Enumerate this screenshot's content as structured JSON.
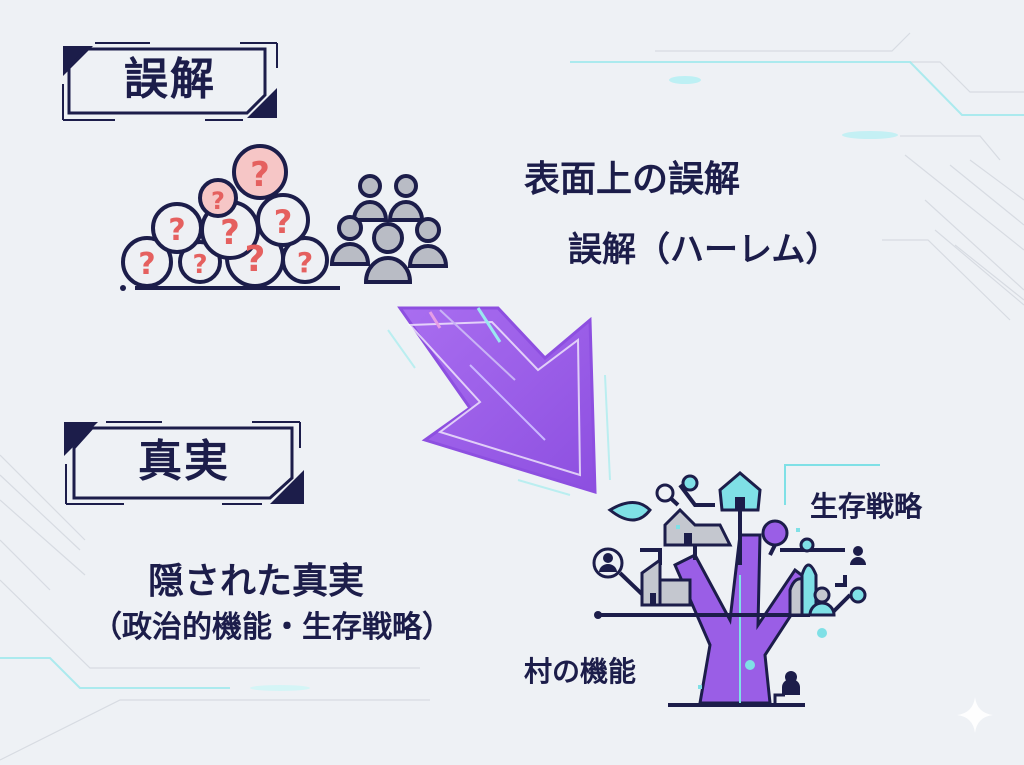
{
  "misconception": {
    "badge": "誤解",
    "heading": "表面上の誤解",
    "subheading": "誤解（ハーレム）"
  },
  "truth": {
    "badge": "真実",
    "heading": "隠された真実",
    "subheading": "（政治的機能・生存戦略）"
  },
  "tree": {
    "label_survival": "生存戦略",
    "label_village": "村の機能"
  },
  "colors": {
    "navy": "#1c1d4a",
    "purple": "#9a5ee6",
    "teal": "#6fd6d0",
    "pink": "#f6c6c6",
    "question_red": "#e5605f",
    "gray": "#c4c7cf",
    "background": "#eef1f5"
  },
  "icons": {
    "question_bubbles": "question-mark-circles",
    "crowd": "people-group",
    "arrow": "down-right-arrow",
    "tree": "network-tree",
    "sparkle": "sparkle-star"
  }
}
